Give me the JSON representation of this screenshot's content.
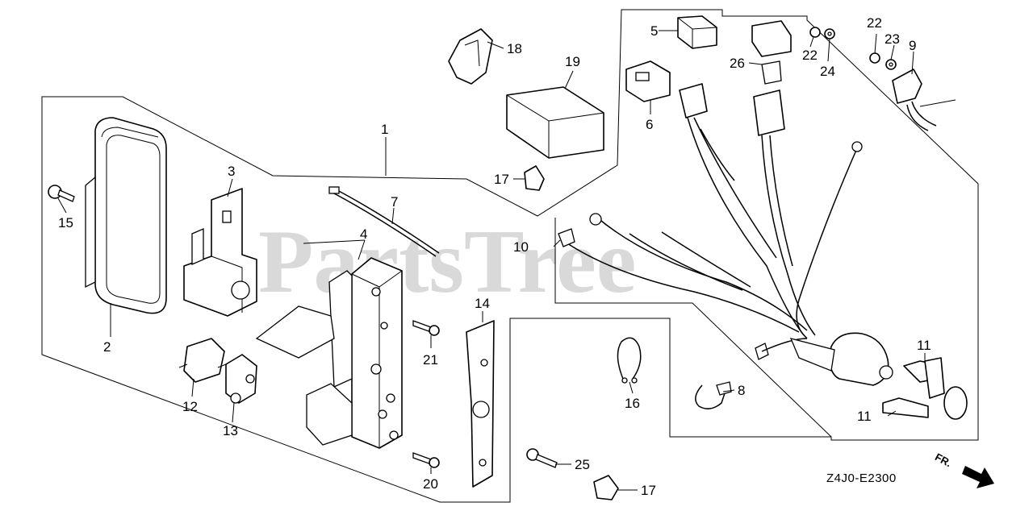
{
  "watermark": "PartsTree",
  "diagram_code": "Z4J0-E2300",
  "direction": {
    "label": "FR.",
    "icon": "arrow-right-down-icon"
  },
  "callouts": [
    {
      "id": "c1",
      "label": "1"
    },
    {
      "id": "c2",
      "label": "2"
    },
    {
      "id": "c3",
      "label": "3"
    },
    {
      "id": "c4",
      "label": "4"
    },
    {
      "id": "c5",
      "label": "5"
    },
    {
      "id": "c6",
      "label": "6"
    },
    {
      "id": "c7",
      "label": "7"
    },
    {
      "id": "c8",
      "label": "8"
    },
    {
      "id": "c9",
      "label": "9"
    },
    {
      "id": "c10",
      "label": "10"
    },
    {
      "id": "c11a",
      "label": "11"
    },
    {
      "id": "c11b",
      "label": "11"
    },
    {
      "id": "c12",
      "label": "12"
    },
    {
      "id": "c13",
      "label": "13"
    },
    {
      "id": "c14",
      "label": "14"
    },
    {
      "id": "c15",
      "label": "15"
    },
    {
      "id": "c16",
      "label": "16"
    },
    {
      "id": "c17a",
      "label": "17"
    },
    {
      "id": "c17b",
      "label": "17"
    },
    {
      "id": "c18",
      "label": "18"
    },
    {
      "id": "c19",
      "label": "19"
    },
    {
      "id": "c20",
      "label": "20"
    },
    {
      "id": "c21",
      "label": "21"
    },
    {
      "id": "c22a",
      "label": "22"
    },
    {
      "id": "c22b",
      "label": "22"
    },
    {
      "id": "c23",
      "label": "23"
    },
    {
      "id": "c24",
      "label": "24"
    },
    {
      "id": "c25",
      "label": "25"
    },
    {
      "id": "c26",
      "label": "26"
    }
  ]
}
